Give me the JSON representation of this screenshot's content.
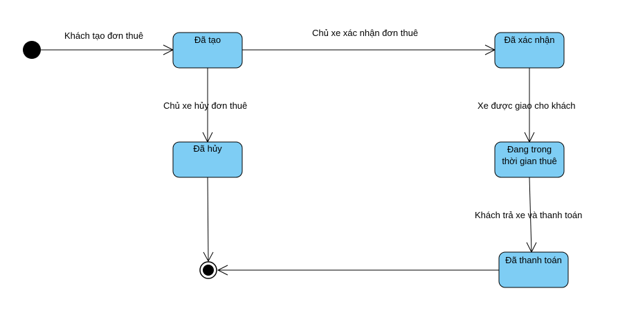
{
  "diagram": {
    "states": {
      "created": "Đã tạo",
      "confirmed": "Đã xác nhận",
      "cancelled": "Đã hủy",
      "renting_line1": "Đang trong",
      "renting_line2": "thời gian thuê",
      "paid": "Đã thanh toán"
    },
    "transitions": {
      "start_to_created": "Khách tạo đơn thuê",
      "created_to_confirmed": "Chủ xe xác nhận đơn thuê",
      "created_to_cancelled": "Chủ xe hủy đơn thuê",
      "confirmed_to_renting": "Xe được giao cho khách",
      "renting_to_paid": "Khách trả xe và thanh toán"
    },
    "colors": {
      "state_fill": "#7ecdf4",
      "stroke": "#000000"
    }
  }
}
